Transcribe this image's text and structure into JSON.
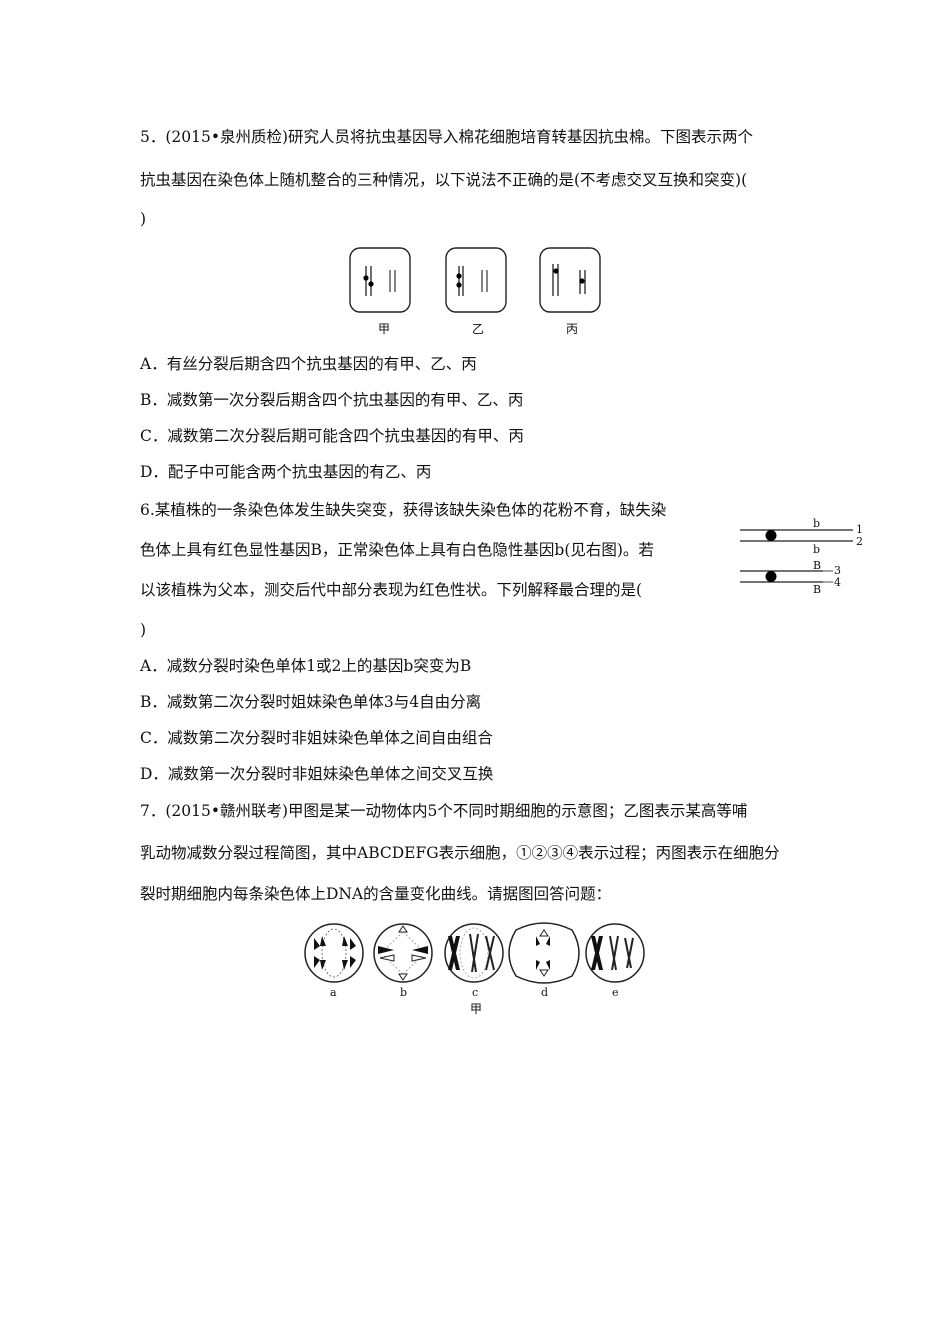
{
  "q5": {
    "line1": "5．(2015•泉州质检)研究人员将抗虫基因导入棉花细胞培育转基因抗虫棉。下图表示两个",
    "line2": "抗虫基因在染色体上随机整合的三种情况，以下说法不正确的是(不考虑交叉互换和突变)(",
    "line3": ")",
    "captions": [
      "甲",
      "乙",
      "丙"
    ],
    "options": [
      "A．有丝分裂后期含四个抗虫基因的有甲、乙、丙",
      "B．减数第一次分裂后期含四个抗虫基因的有甲、乙、丙",
      "C．减数第二次分裂后期可能含四个抗虫基因的有甲、丙",
      "D．配子中可能含两个抗虫基因的有乙、丙"
    ]
  },
  "q6": {
    "line1": "6.某植株的一条染色体发生缺失突变，获得该缺失染色体的花粉不育，缺失染",
    "line2": "色体上具有红色显性基因B，正常染色体上具有白色隐性基因b(见右图)。若",
    "line3": "以该植株为父本，测交后代中部分表现为红色性状。下列解释最合理的是(",
    "line4": ")",
    "figure": {
      "gene_b_top": "b",
      "gene_b_bottom": "b",
      "gene_B_top": "B",
      "gene_B_bottom": "B",
      "label1": "1",
      "label2": "2",
      "label3": "3",
      "label4": "4"
    },
    "options": [
      "A．减数分裂时染色单体1或2上的基因b突变为B",
      "B．减数第二次分裂时姐妹染色单体3与4自由分离",
      "C．减数第二次分裂时非姐妹染色单体之间自由组合",
      "D．减数第一次分裂时非姐妹染色单体之间交叉互换"
    ]
  },
  "q7": {
    "line1": "7．(2015•赣州联考)甲图是某一动物体内5个不同时期细胞的示意图；乙图表示某高等哺",
    "line2": "乳动物减数分裂过程简图，其中ABCDEFG表示细胞，①②③④表示过程；丙图表示在细胞分",
    "line3": "裂时期细胞内每条染色体上DNA的含量变化曲线。请据图回答问题：",
    "cell_labels": [
      "a",
      "b",
      "c",
      "d",
      "e"
    ],
    "figure_caption": "甲"
  }
}
